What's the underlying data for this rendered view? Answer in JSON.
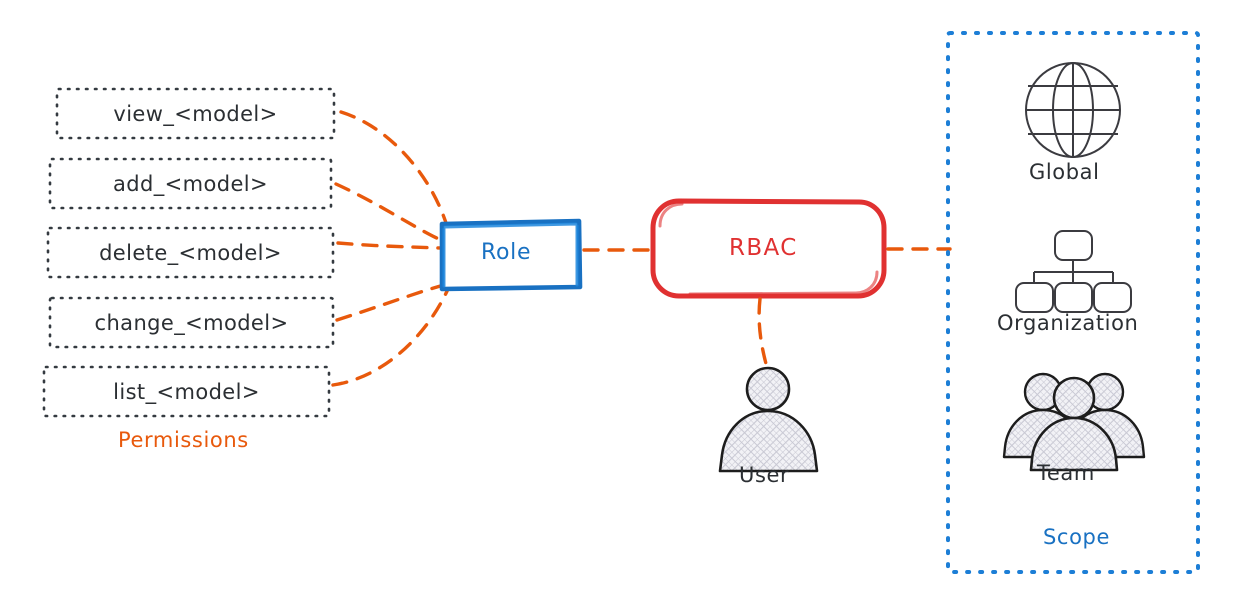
{
  "diagram": {
    "title": "RBAC",
    "colors": {
      "permission_border": "#343a40",
      "permission_text": "#2b2f33",
      "permissions_label": "#e8590c",
      "role_blue": "#1971c2",
      "rbac_red": "#e03131",
      "connector_orange": "#e8590c",
      "scope_blue": "#1c7ed6",
      "icon_stroke": "#1d1d1d",
      "icon_fill": "#ececf1",
      "background": "#ffffff"
    }
  },
  "permissions": {
    "group_label": "Permissions",
    "items": [
      {
        "label": "view_<model>"
      },
      {
        "label": "add_<model>"
      },
      {
        "label": "delete_<model>"
      },
      {
        "label": "change_<model>"
      },
      {
        "label": "list_<model>"
      }
    ]
  },
  "role": {
    "label": "Role"
  },
  "rbac": {
    "label": "RBAC"
  },
  "user": {
    "label": "User",
    "icon": "user-icon"
  },
  "scope": {
    "group_label": "Scope",
    "items": [
      {
        "label": "Global",
        "icon": "globe-icon"
      },
      {
        "label": "Organization",
        "icon": "org-chart-icon"
      },
      {
        "label": "Team",
        "icon": "team-icon"
      }
    ]
  }
}
